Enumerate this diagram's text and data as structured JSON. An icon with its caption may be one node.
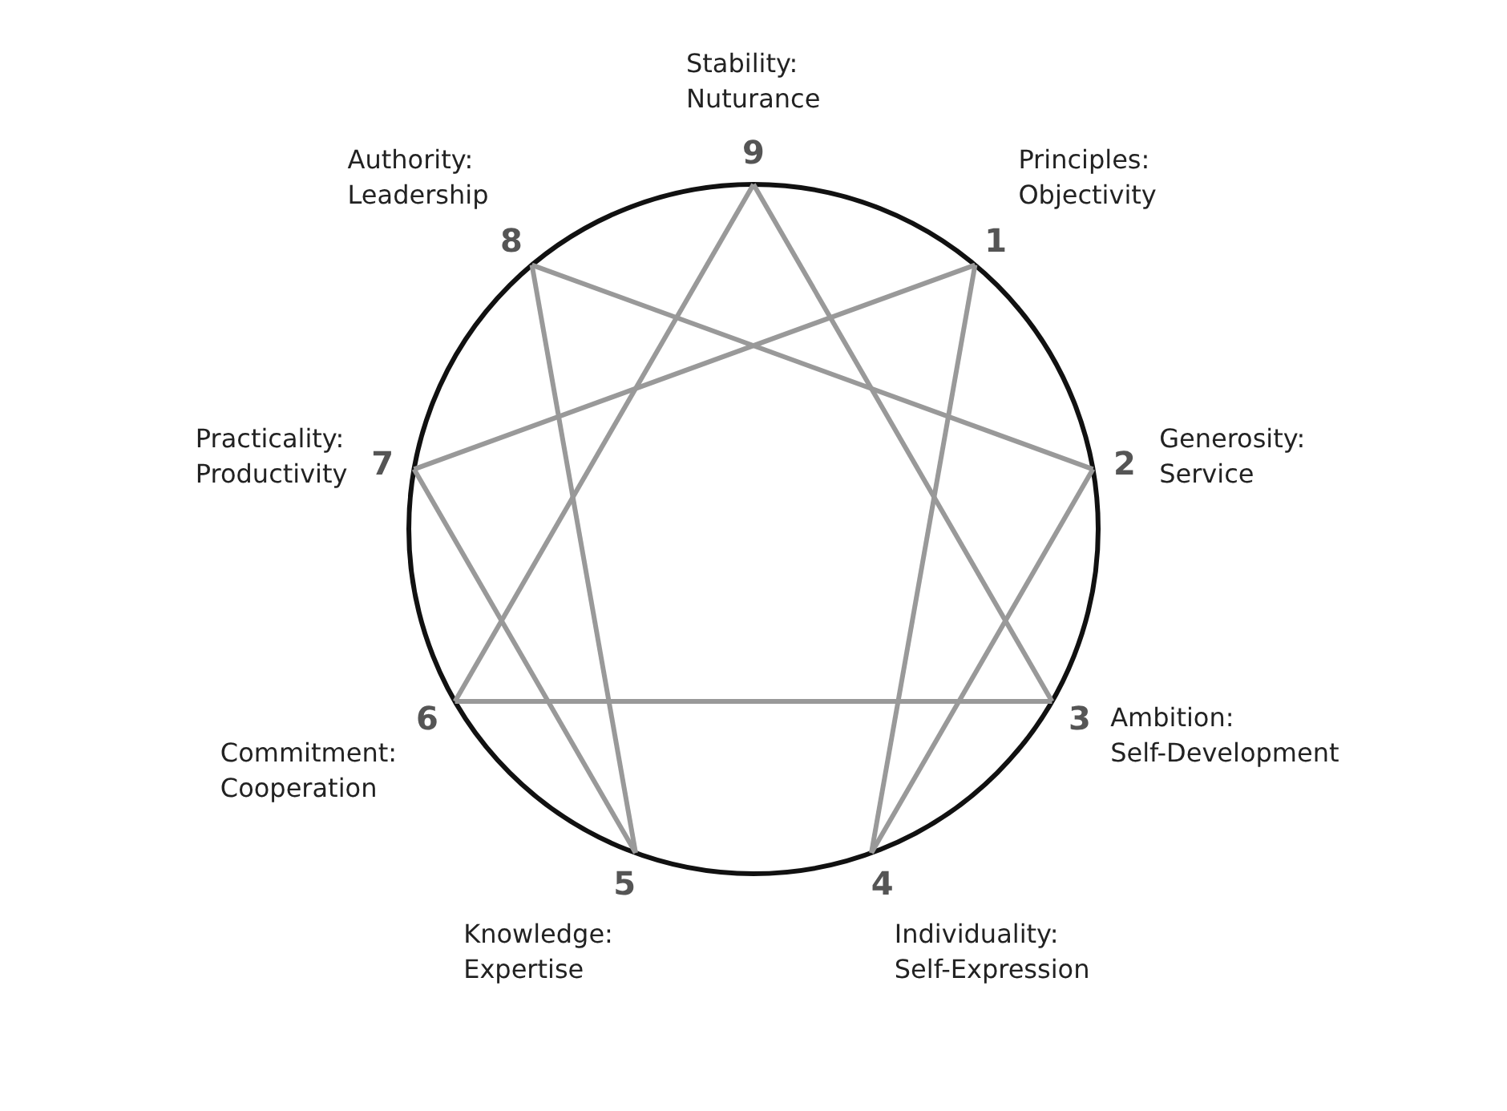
{
  "diagram": {
    "nodes": [
      {
        "text": [
          "9"
        ],
        "beside": [
          "Stability: Nuturance"
        ]
      },
      {
        "text": [
          "1"
        ],
        "beside": [
          "Principles: Objectivity"
        ]
      },
      {
        "text": [
          "2"
        ],
        "beside": [
          "Generosity: Service"
        ]
      },
      {
        "text": [
          "3"
        ],
        "beside": [
          "Ambition: Self-Development"
        ]
      },
      {
        "text": [
          "4"
        ],
        "beside": [
          "Individuality: Self-Expression"
        ]
      },
      {
        "text": [
          "5"
        ],
        "beside": [
          "Knowledge: Expertise"
        ]
      },
      {
        "text": [
          "6"
        ],
        "beside": [
          "Commitment: Cooperation"
        ]
      },
      {
        "text": [
          "7"
        ],
        "beside": [
          "Practicality: Productivity"
        ]
      },
      {
        "text": [
          "8"
        ],
        "beside": [
          "Authority: Leadership"
        ]
      }
    ],
    "edges": [
      {
        "from": 0,
        "to": 3,
        "arrow": "none"
      },
      {
        "from": 3,
        "to": 6,
        "arrow": "none"
      },
      {
        "from": 6,
        "to": 0,
        "arrow": "none"
      },
      {
        "from": 1,
        "to": 4,
        "arrow": "none"
      },
      {
        "from": 4,
        "to": 2,
        "arrow": "none"
      },
      {
        "from": 2,
        "to": 8,
        "arrow": "none"
      },
      {
        "from": 8,
        "to": 5,
        "arrow": "none"
      },
      {
        "from": 5,
        "to": 7,
        "arrow": "none"
      },
      {
        "from": 7,
        "to": 1,
        "arrow": "none"
      }
    ]
  }
}
